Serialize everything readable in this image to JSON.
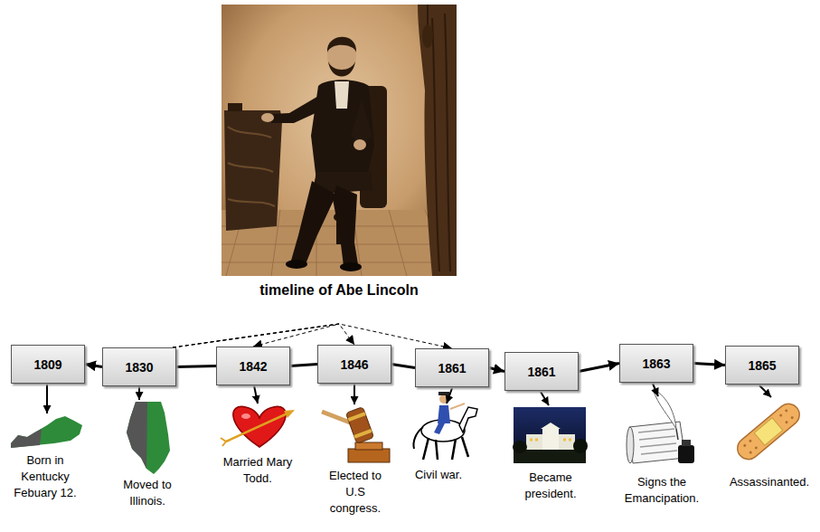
{
  "diagram": {
    "title": "timeline of Abe Lincoln",
    "nodes": [
      {
        "text": [
          "1809"
        ]
      },
      {
        "text": [
          "1830"
        ]
      },
      {
        "text": [
          "1842"
        ]
      },
      {
        "text": [
          "1846"
        ]
      },
      {
        "text": [
          "1861"
        ]
      },
      {
        "text": [
          "1861"
        ]
      },
      {
        "text": [
          "1863"
        ]
      },
      {
        "text": [
          "1865"
        ]
      }
    ],
    "edges": [
      {
        "from": 1,
        "to": 0,
        "arrow": "to"
      },
      {
        "from": 1,
        "to": 2,
        "arrow": "none"
      },
      {
        "from": 2,
        "to": 3,
        "arrow": "none"
      },
      {
        "from": 3,
        "to": 4,
        "arrow": "none"
      },
      {
        "from": 4,
        "to": 5,
        "arrow": "to"
      },
      {
        "from": 5,
        "to": 6,
        "arrow": "to"
      },
      {
        "from": 6,
        "to": 7,
        "arrow": "to"
      },
      {
        "from": 1,
        "to": 2,
        "arrow": "to"
      },
      {
        "from": 1,
        "to": 3,
        "arrow": "to"
      },
      {
        "from": 1,
        "to": 4,
        "arrow": "to"
      }
    ],
    "labels": [
      "Born in Kentucky Febuary 12.",
      "Moved to Illinois.",
      "Married Mary Todd.",
      "Elected to U.S congress.",
      "Civil war.",
      "Became president.",
      "Signs the Emancipation.",
      "Assassinanted."
    ]
  }
}
